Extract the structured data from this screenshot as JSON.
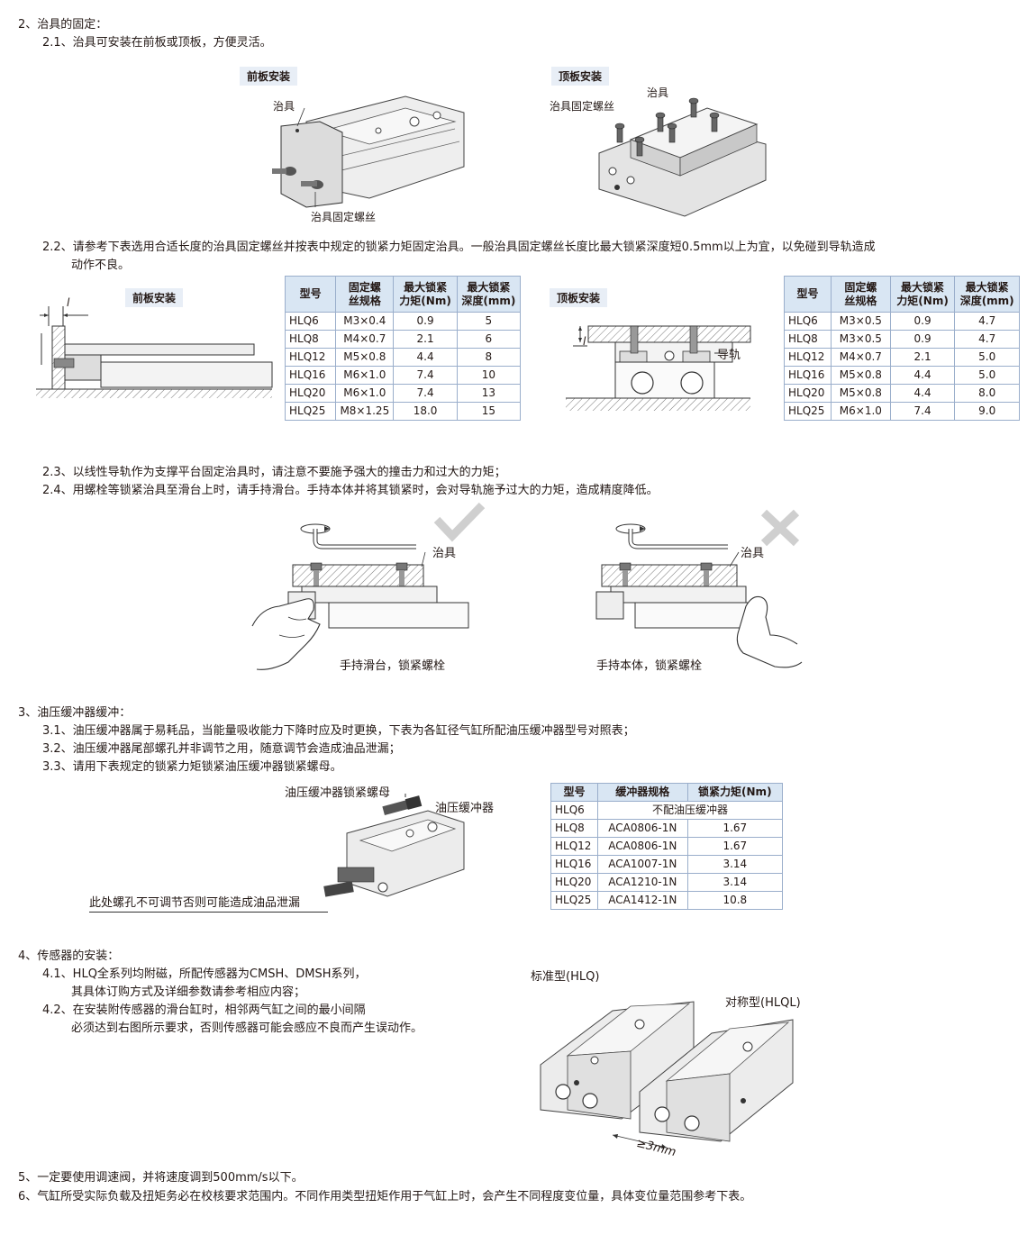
{
  "s2": {
    "title": "2、治具的固定：",
    "p21": "2.1、治具可安装在前板或顶板，方便灵活。",
    "front_tag": "前板安装",
    "top_tag": "顶板安装",
    "front_lbl_fixture": "治具",
    "front_lbl_screw": "治具固定螺丝",
    "top_lbl_fixture": "治具",
    "top_lbl_screw": "治具固定螺丝",
    "p22a": "2.2、请参考下表选用合适长度的治具固定螺丝并按表中规定的锁紧力矩固定治具。一般治具固定螺丝长度比最大锁紧深度短0.5mm以上为宜，以免碰到导轨造成",
    "p22b": "动作不良。",
    "front_tag2": "前板安装",
    "top_tag2": "顶板安装",
    "dim_l": "l",
    "rail_lbl": "导轨",
    "table1": {
      "headers": [
        "型号",
        "固定螺\n丝规格",
        "最大锁紧\n力矩(Nm)",
        "最大锁紧\n深度(mm)"
      ],
      "rows": [
        [
          "HLQ6",
          "M3×0.4",
          "0.9",
          "5"
        ],
        [
          "HLQ8",
          "M4×0.7",
          "2.1",
          "6"
        ],
        [
          "HLQ12",
          "M5×0.8",
          "4.4",
          "8"
        ],
        [
          "HLQ16",
          "M6×1.0",
          "7.4",
          "10"
        ],
        [
          "HLQ20",
          "M6×1.0",
          "7.4",
          "13"
        ],
        [
          "HLQ25",
          "M8×1.25",
          "18.0",
          "15"
        ]
      ]
    },
    "table2": {
      "headers": [
        "型号",
        "固定螺\n丝规格",
        "最大锁紧\n力矩(Nm)",
        "最大锁紧\n深度(mm)"
      ],
      "rows": [
        [
          "HLQ6",
          "M3×0.5",
          "0.9",
          "4.7"
        ],
        [
          "HLQ8",
          "M3×0.5",
          "0.9",
          "4.7"
        ],
        [
          "HLQ12",
          "M4×0.7",
          "2.1",
          "5.0"
        ],
        [
          "HLQ16",
          "M5×0.8",
          "4.4",
          "5.0"
        ],
        [
          "HLQ20",
          "M5×0.8",
          "4.4",
          "8.0"
        ],
        [
          "HLQ25",
          "M6×1.0",
          "7.4",
          "9.0"
        ]
      ]
    },
    "p23": "2.3、以线性导轨作为支撑平台固定治具时，请注意不要施予强大的撞击力和过大的力矩；",
    "p24": "2.4、用螺栓等锁紧治具至滑台上时，请手持滑台。手持本体并将其锁紧时，会对导轨施予过大的力矩，造成精度降低。",
    "ok_lbl_fixture": "治具",
    "ng_lbl_fixture": "治具",
    "ok_caption": "手持滑台，锁紧螺栓",
    "ng_caption": "手持本体，锁紧螺栓"
  },
  "s3": {
    "title": "3、油压缓冲器缓冲：",
    "p31": "3.1、油压缓冲器属于易耗品，当能量吸收能力下降时应及时更换，下表为各缸径气缸所配油压缓冲器型号对照表；",
    "p32": "3.2、油压缓冲器尾部螺孔并非调节之用，随意调节会造成油品泄漏；",
    "p33": "3.3、请用下表规定的锁紧力矩锁紧油压缓冲器锁紧螺母。",
    "lbl_nut": "油压缓冲器锁紧螺母",
    "lbl_absorber": "油压缓冲器",
    "lbl_hole": "此处螺孔不可调节否则可能造成油品泄漏",
    "table3": {
      "headers": [
        "型号",
        "缓冲器规格",
        "锁紧力矩(Nm)"
      ],
      "row_hlq6": [
        "HLQ6",
        "不配油压缓冲器"
      ],
      "rows": [
        [
          "HLQ8",
          "ACA0806-1N",
          "1.67"
        ],
        [
          "HLQ12",
          "ACA0806-1N",
          "1.67"
        ],
        [
          "HLQ16",
          "ACA1007-1N",
          "3.14"
        ],
        [
          "HLQ20",
          "ACA1210-1N",
          "3.14"
        ],
        [
          "HLQ25",
          "ACA1412-1N",
          "10.8"
        ]
      ]
    }
  },
  "s4": {
    "title": "4、传感器的安装：",
    "p41a": "4.1、HLQ全系列均附磁，所配传感器为CMSH、DMSH系列，",
    "p41b": "其具体订购方式及详细参数请参考相应内容；",
    "p42a": "4.2、在安装附传感器的滑台缸时，相邻两气缸之间的最小间隔",
    "p42b": "必须达到右图所示要求，否则传感器可能会感应不良而产生误动作。",
    "lbl_std": "标准型(HLQ)",
    "lbl_sym": "对称型(HLQL)",
    "lbl_gap": "≥3mm"
  },
  "s5": {
    "text": "5、一定要使用调速阀，并将速度调到500mm/s以下。"
  },
  "s6": {
    "text": "6、气缸所受实际负载及扭矩务必在校核要求范围内。不同作用类型扭矩作用于气缸上时，会产生不同程度变位量，具体变位量范围参考下表。"
  },
  "colors": {
    "table_header": "#d9e6f3",
    "table_border": "#9aaecb",
    "ok_mark": "#cfcfcf",
    "ng_mark": "#cfcfcf",
    "text": "#231815"
  }
}
